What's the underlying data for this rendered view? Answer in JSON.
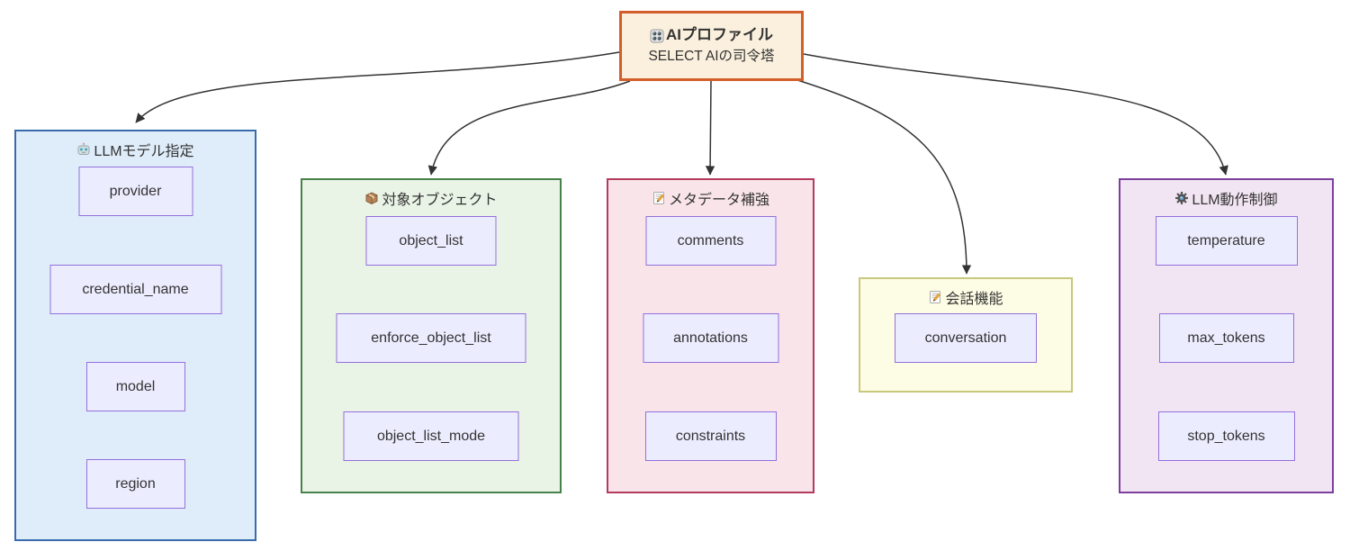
{
  "root": {
    "icon_name": "control-knobs-icon",
    "title": "AIプロファイル",
    "subtitle": "SELECT AIの司令塔",
    "fill": "#faf0dd",
    "stroke": "#d35e2a"
  },
  "groups": [
    {
      "icon_name": "robot-icon",
      "title": "LLMモデル指定",
      "fill": "#dfedfa",
      "stroke": "#3a6bad",
      "nodes": [
        "provider",
        "credential_name",
        "model",
        "region"
      ]
    },
    {
      "icon_name": "package-icon",
      "title": "対象オブジェクト",
      "fill": "#e9f3e6",
      "stroke": "#47824a",
      "nodes": [
        "object_list",
        "enforce_object_list",
        "object_list_mode"
      ]
    },
    {
      "icon_name": "memo-icon",
      "title": "メタデータ補強",
      "fill": "#f9e4ea",
      "stroke": "#b43a5e",
      "nodes": [
        "comments",
        "annotations",
        "constraints"
      ]
    },
    {
      "icon_name": "memo-icon",
      "title": "会話機能",
      "fill": "#fdfce4",
      "stroke": "#c9c97e",
      "nodes": [
        "conversation"
      ]
    },
    {
      "icon_name": "gear-icon",
      "title": "LLM動作制御",
      "fill": "#f2e5f3",
      "stroke": "#7d3f9d",
      "nodes": [
        "temperature",
        "max_tokens",
        "stop_tokens"
      ]
    }
  ],
  "node_style": {
    "fill": "#ececff",
    "stroke": "#9370db"
  },
  "edge_color": "#333333",
  "text_color": "#333333"
}
